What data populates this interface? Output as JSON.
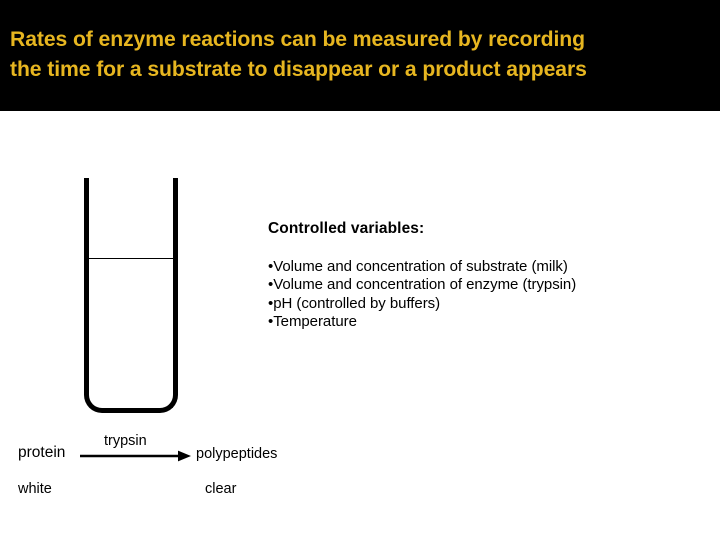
{
  "slide": {
    "title": {
      "lines": [
        "Rates of enzyme reactions can be measured by recording",
        "the time for a substrate to disappear or a product appears"
      ],
      "text_color": "#e7b620",
      "banner_color": "#000000"
    },
    "diagram": {
      "test_tube": {
        "name": "test-tube",
        "liquid_label": "",
        "outline_color": "#000000"
      }
    },
    "controlled": {
      "heading": "Controlled variables:",
      "bullet_char": "•",
      "items": [
        "Volume and concentration of substrate (milk)",
        "Volume and concentration of enzyme (trypsin)",
        "pH (controlled by buffers)",
        "Temperature"
      ]
    },
    "reaction": {
      "reactant": "protein",
      "enzyme": "trypsin",
      "product": "polypeptides",
      "reactant_appearance": "white",
      "product_appearance": "clear",
      "arrow_color": "#000000"
    }
  }
}
